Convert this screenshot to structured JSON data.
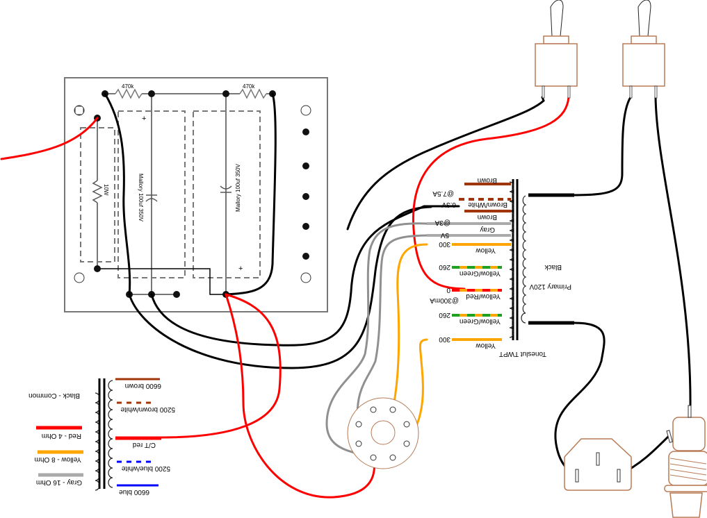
{
  "board": {
    "resistor_top_left": "470k",
    "resistor_top_right": "470k",
    "resistor_bleeder": "10W",
    "cap_left_label": "Mallory 100uf 350V",
    "cap_right_label": "Mallory 100uf 350V",
    "cap_left_polarity": "+",
    "cap_right_polarity": "+"
  },
  "power_transformer": {
    "name": "Toneslut TWPT",
    "primary_label": "Primary 120V",
    "primary_wire": "Black",
    "secondaries": [
      {
        "color_name": "Brown",
        "tap": "",
        "colors": [
          "#a0350a"
        ]
      },
      {
        "color_name": "Brown/White",
        "tap": "6.3V",
        "current": "@7.5A",
        "colors": [
          "#a0350a",
          "#ffffff"
        ]
      },
      {
        "color_name": "Brown",
        "tap": "",
        "colors": [
          "#a0350a"
        ]
      },
      {
        "color_name": "Gray",
        "tap": "",
        "current": "@3A",
        "colors": [
          "#aaaaaa"
        ]
      },
      {
        "color_name": "",
        "tap": "5V",
        "colors": [
          "#aaaaaa"
        ]
      },
      {
        "color_name": "Yellow",
        "tap": "300",
        "colors": [
          "#ffa500"
        ]
      },
      {
        "color_name": "Yellow/Green",
        "tap": "260",
        "colors": [
          "#ffa500",
          "#20a020"
        ]
      },
      {
        "color_name": "Yellow/Red",
        "tap": "0",
        "current": "@300mA",
        "colors": [
          "#ffa500",
          "#ff0000"
        ]
      },
      {
        "color_name": "Yellow/Green",
        "tap": "260",
        "colors": [
          "#ffa500",
          "#20a020"
        ]
      },
      {
        "color_name": "Yellow",
        "tap": "300",
        "colors": [
          "#ffa500"
        ]
      }
    ]
  },
  "output_transformer": {
    "primary": [
      {
        "label": "6600 brown",
        "color": "#a0350a",
        "dashed": false
      },
      {
        "label": "5200 brown/white",
        "color": "#a0350a",
        "dashed": true
      },
      {
        "label": "C/T  red",
        "color": "#ff0000",
        "dashed": false
      },
      {
        "label": "5200 blue/white",
        "color": "#0000ff",
        "dashed": true
      },
      {
        "label": "6600 blue",
        "color": "#0000ff",
        "dashed": false
      }
    ],
    "secondary": [
      {
        "label": "Black - Common",
        "color": "",
        "has_bar": false
      },
      {
        "label": "Red - 4 Ohm",
        "color": "#ff0000",
        "has_bar": true
      },
      {
        "label": "Yellow - 8 Ohm",
        "color": "#ffa500",
        "has_bar": true
      },
      {
        "label": "Gray - 16 Ohm",
        "color": "#aaaaaa",
        "has_bar": true
      }
    ]
  },
  "colors": {
    "component_outline": "#b87a55",
    "board_line": "#777777"
  }
}
